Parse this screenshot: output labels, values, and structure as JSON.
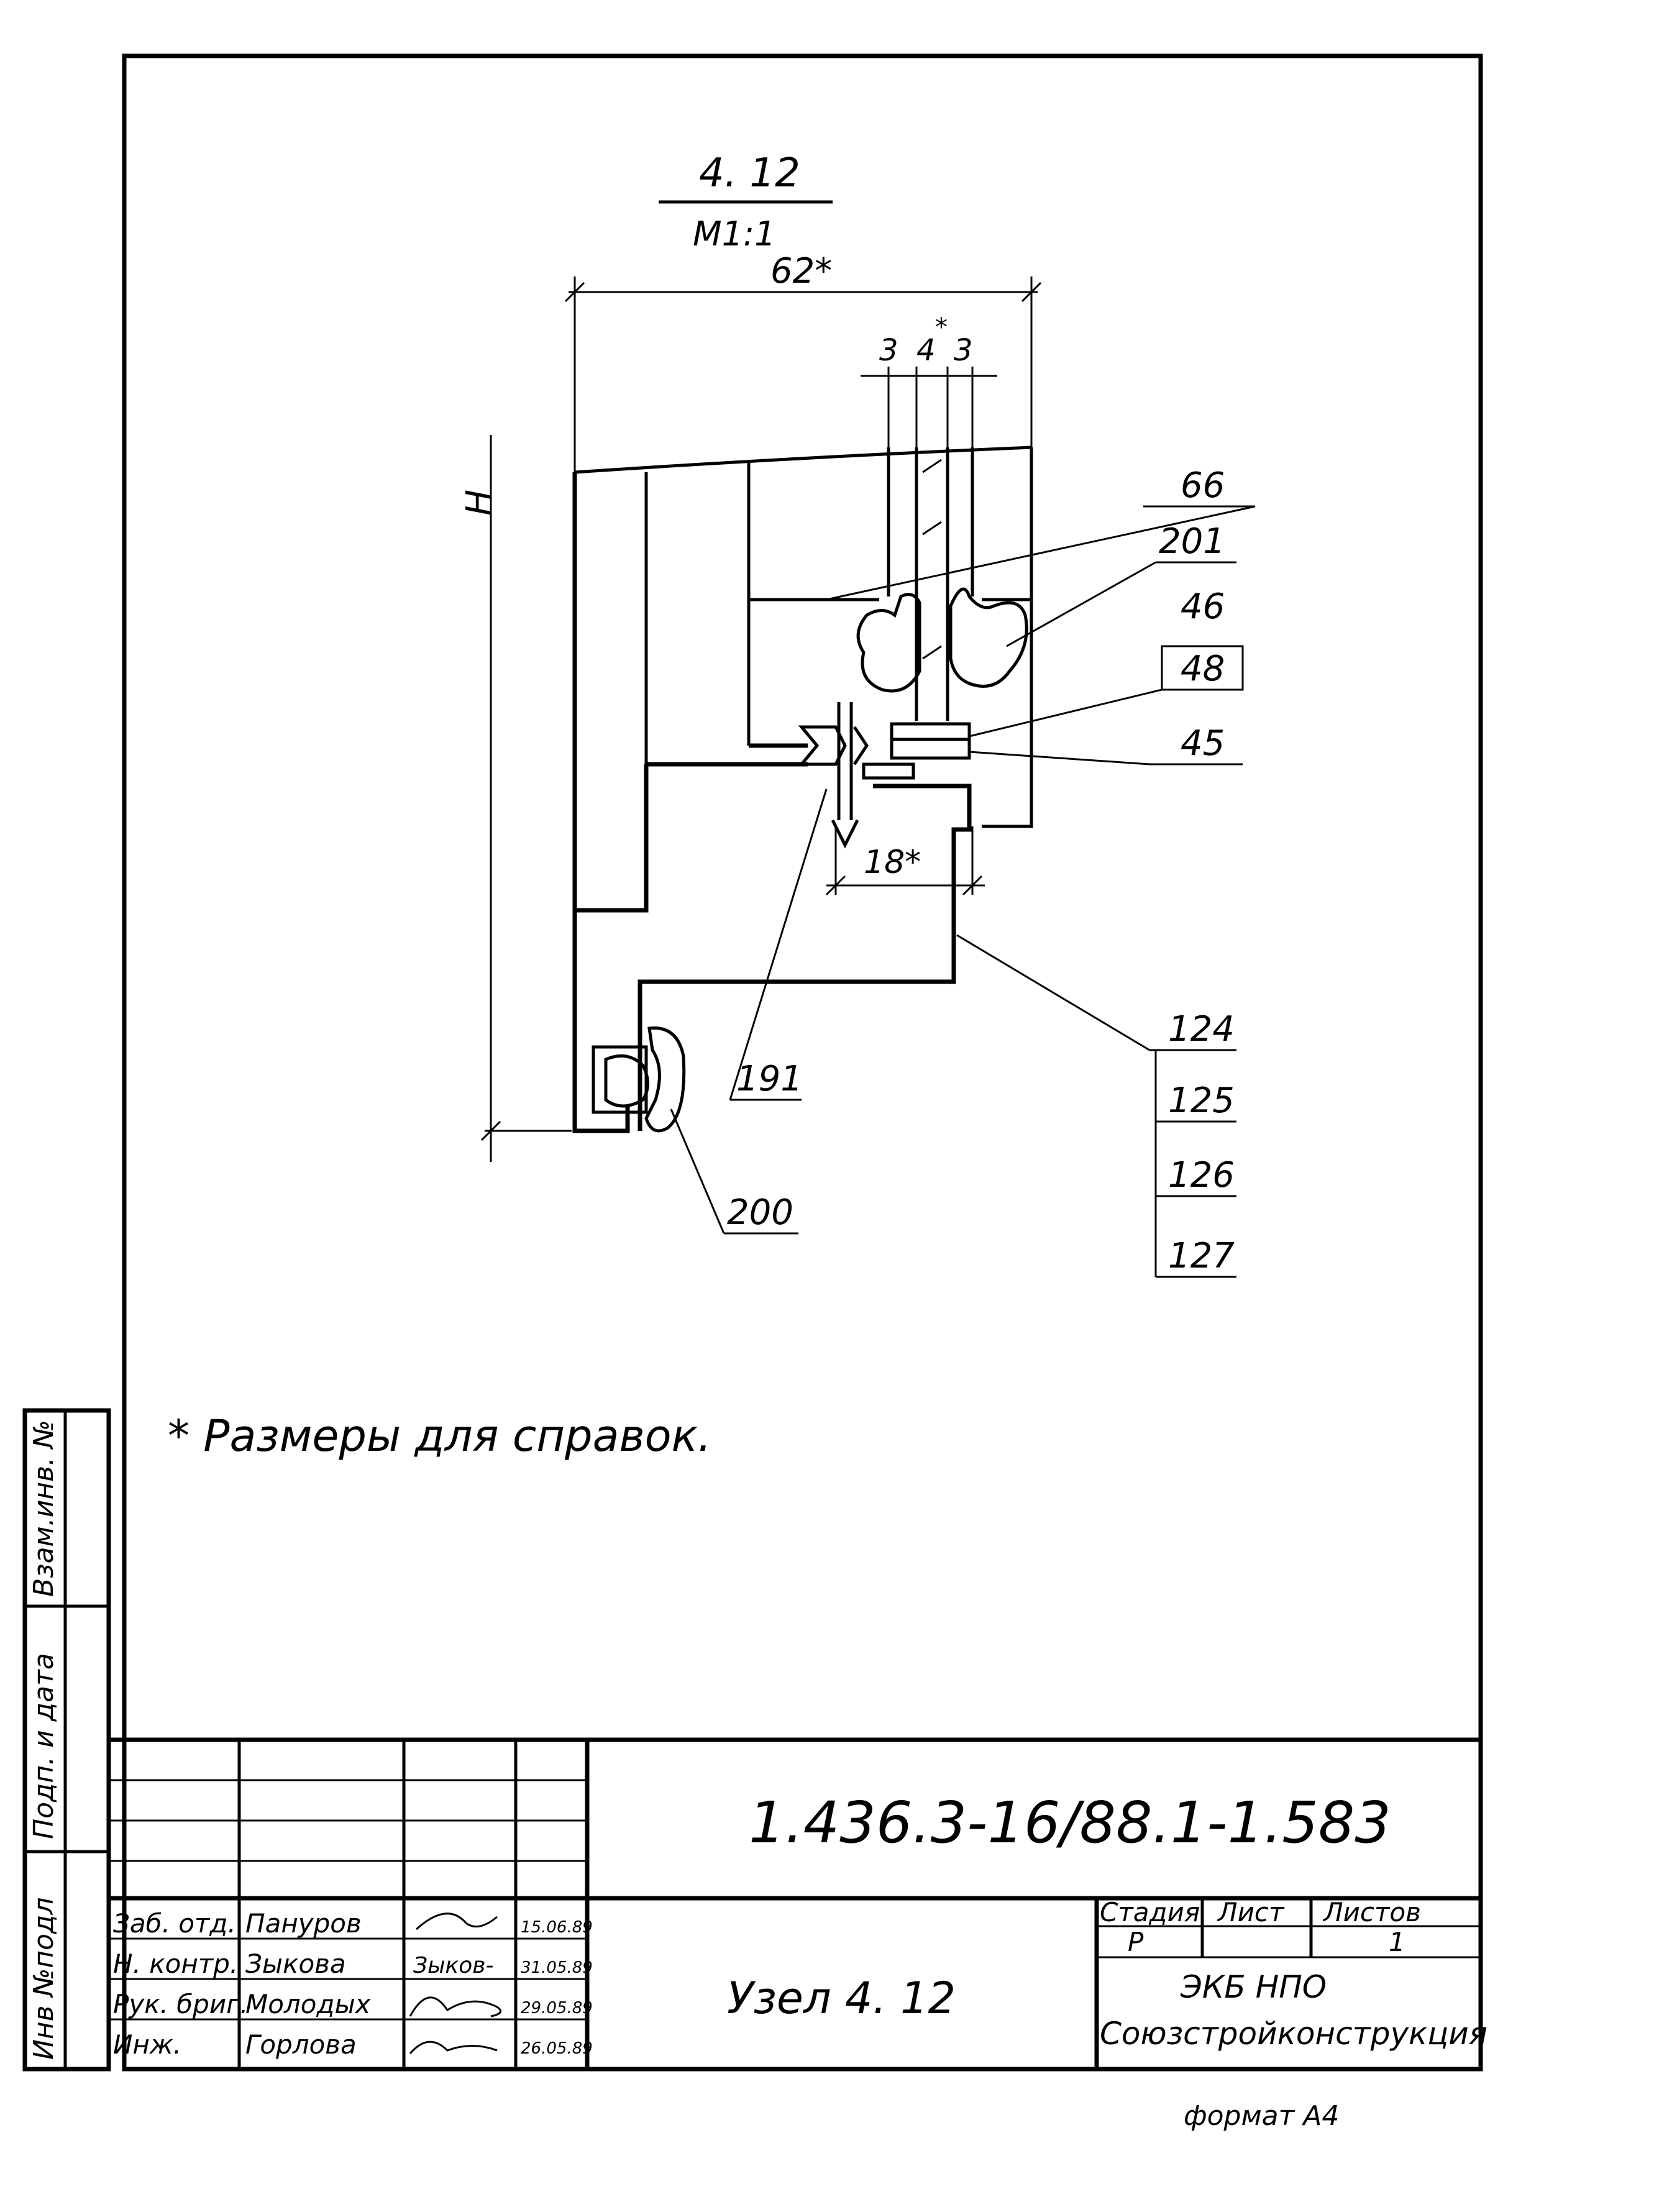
{
  "detail": {
    "number": "4. 12",
    "scale": "M1:1"
  },
  "dimensions": {
    "overall_width": "62*",
    "glass_left": "3",
    "glass_center": "4",
    "glass_star": "*",
    "glass_right": "3",
    "height": "H",
    "offset": "18*"
  },
  "callouts": [
    "66",
    "201",
    "46",
    "48",
    "45",
    "191",
    "124",
    "125",
    "126",
    "127",
    "200"
  ],
  "note": "* Размеры для справок.",
  "side_stamp": [
    "Взам.инв. №",
    "Подп. и дата",
    "Инв №подл"
  ],
  "title_block": {
    "document_code": "1.436.3-16/88.1-1.583",
    "title": "Узел 4. 12",
    "headers": {
      "stage": "Стадия",
      "sheet": "Лист",
      "sheets": "Листов"
    },
    "stage_value": "Р",
    "sheet_value": "",
    "sheets_value": "1",
    "organization": [
      "ЭКБ НПО",
      "Союзстройконструкция"
    ],
    "signatures": [
      {
        "role": "Заб. отд.",
        "name": "Пануров",
        "date": "15.06.89"
      },
      {
        "role": "Н. контр.",
        "name": "Зыкова",
        "sign": "Зыков-",
        "date": "31.05.89"
      },
      {
        "role": "Рук. бриг.",
        "name": "Молодых",
        "date": "29.05.89"
      },
      {
        "role": "Инж.",
        "name": "Горлова",
        "date": "26.05.89"
      }
    ]
  },
  "format": "формат А4"
}
